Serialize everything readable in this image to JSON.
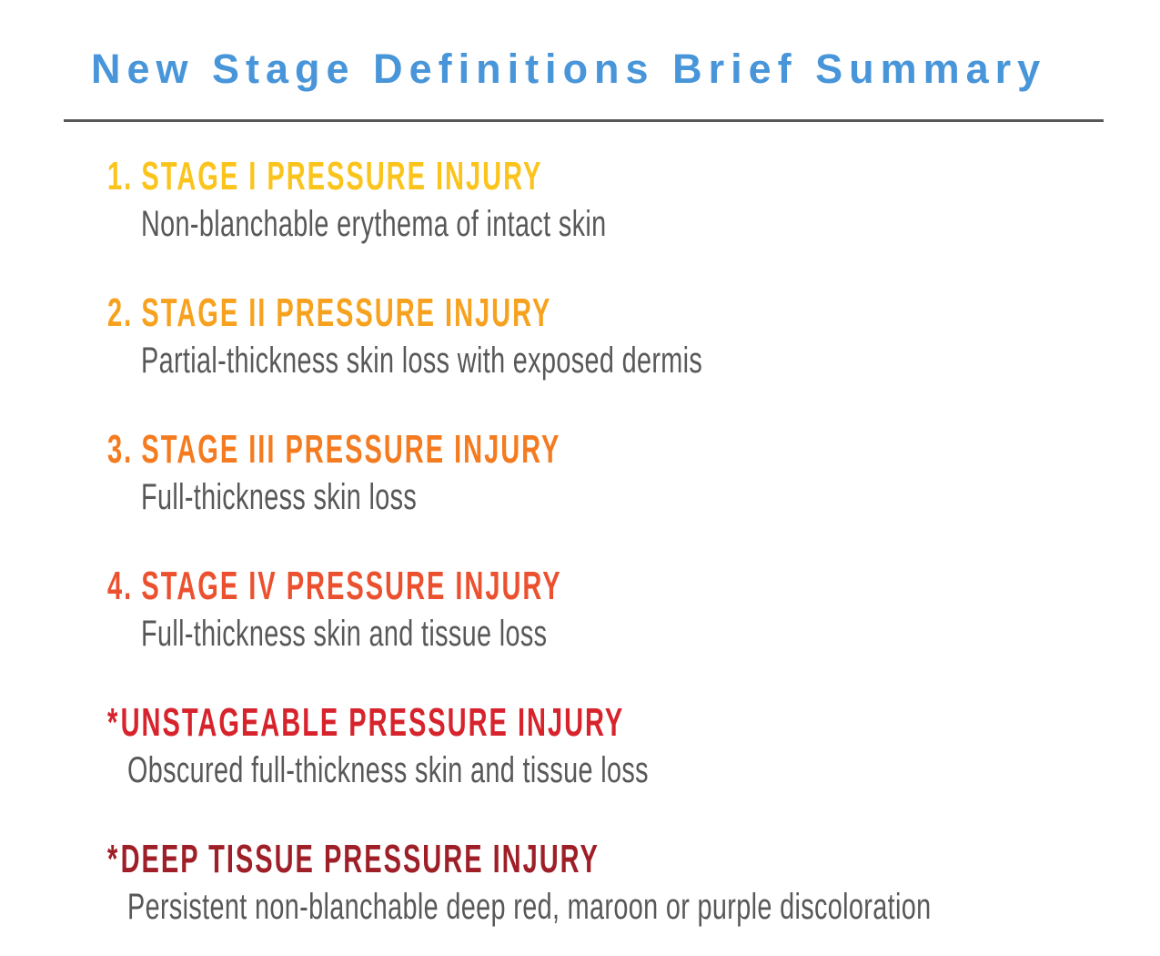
{
  "page": {
    "title": "New Stage Definitions Brief Summary",
    "title_color": "#4896D9",
    "divider_color": "#58585A",
    "body_text_color": "#58585A",
    "background_color": "#FFFFFF"
  },
  "items": [
    {
      "prefix": "1.",
      "heading": "STAGE I PRESSURE INJURY",
      "description": "Non-blanchable erythema of intact skin",
      "color": "#FBC41D"
    },
    {
      "prefix": "2.",
      "heading": "STAGE II PRESSURE INJURY",
      "description": "Partial-thickness skin loss with exposed dermis",
      "color": "#F6A21F"
    },
    {
      "prefix": "3.",
      "heading": "STAGE III PRESSURE INJURY",
      "description": "Full-thickness skin loss",
      "color": "#F47B20"
    },
    {
      "prefix": "4.",
      "heading": "STAGE IV PRESSURE INJURY",
      "description": "Full-thickness skin and tissue loss",
      "color": "#EC512F"
    },
    {
      "prefix": "*",
      "heading": "UNSTAGEABLE PRESSURE INJURY",
      "description": "Obscured full-thickness skin and tissue loss",
      "color": "#D7232C"
    },
    {
      "prefix": "*",
      "heading": "DEEP TISSUE PRESSURE INJURY",
      "description": "Persistent non-blanchable deep red, maroon or purple discoloration",
      "color": "#9E1F28"
    }
  ]
}
